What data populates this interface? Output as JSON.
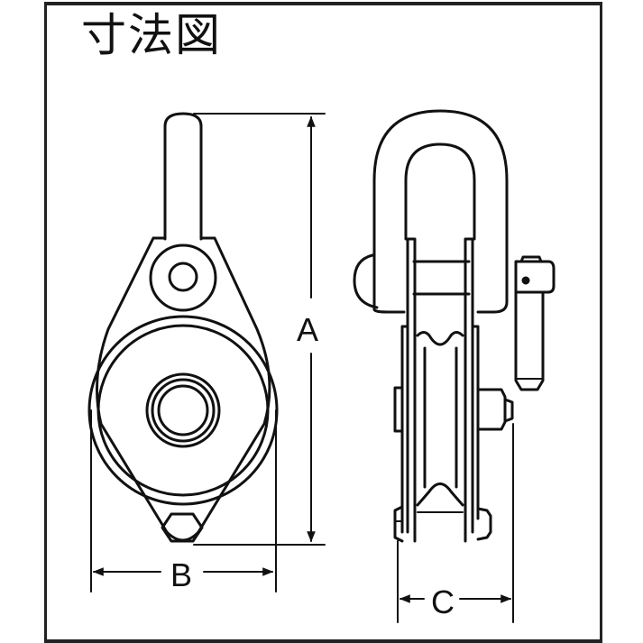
{
  "title": "寸法図",
  "dimensions": {
    "a_label": "A",
    "b_label": "B",
    "c_label": "C"
  },
  "views": {
    "front": "front-view-pulley-block",
    "side": "side-view-pulley-block-with-shackle"
  },
  "colors": {
    "line": "#111111",
    "background": "#ffffff"
  }
}
